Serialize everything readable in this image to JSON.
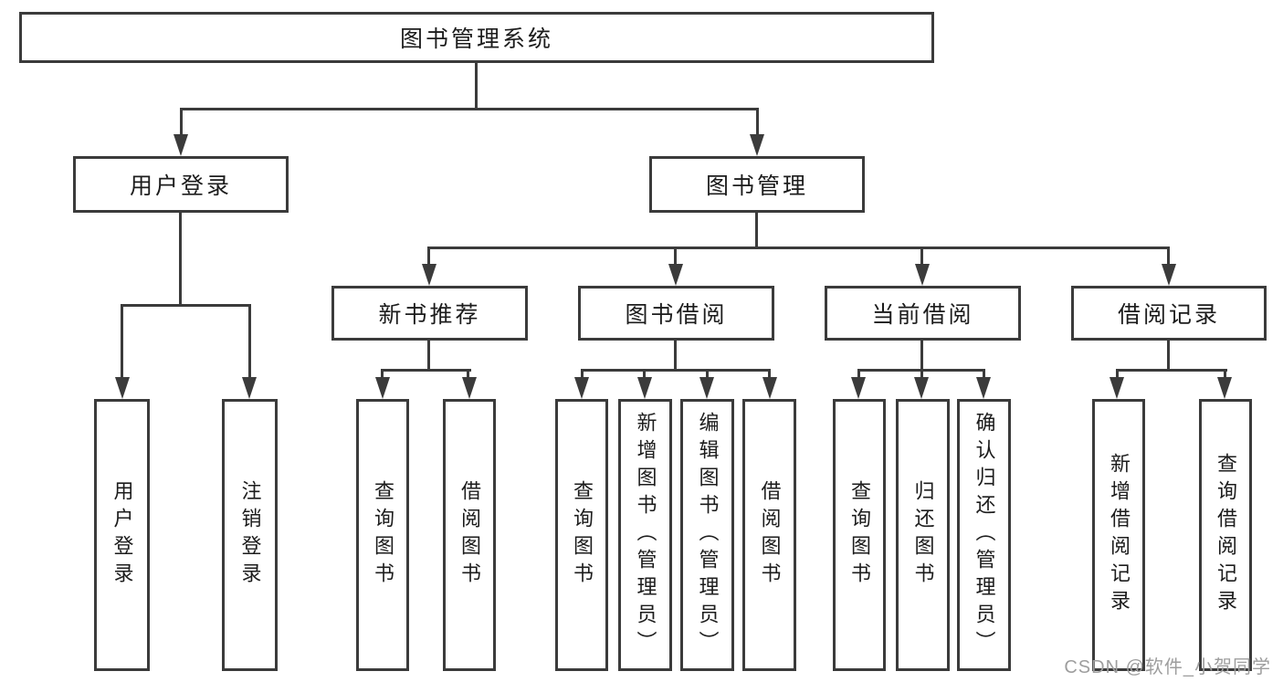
{
  "diagram": {
    "root": {
      "label": "图书管理系统"
    },
    "branches": [
      {
        "label": "用户登录",
        "children": [
          {
            "label": "用户登录"
          },
          {
            "label": "注销登录"
          }
        ]
      },
      {
        "label": "图书管理",
        "children": [
          {
            "label": "新书推荐",
            "children": [
              {
                "label": "查询图书"
              },
              {
                "label": "借阅图书"
              }
            ]
          },
          {
            "label": "图书借阅",
            "children": [
              {
                "label": "查询图书"
              },
              {
                "label": "新增图书（管理员）"
              },
              {
                "label": "编辑图书（管理员）"
              },
              {
                "label": "借阅图书"
              }
            ]
          },
          {
            "label": "当前借阅",
            "children": [
              {
                "label": "查询图书"
              },
              {
                "label": "归还图书"
              },
              {
                "label": "确认归还（管理员）"
              }
            ]
          },
          {
            "label": "借阅记录",
            "children": [
              {
                "label": "新增借阅记录"
              },
              {
                "label": "查询借阅记录"
              }
            ]
          }
        ]
      }
    ]
  },
  "watermark": {
    "text": "CSDN @软件_小贺同学"
  },
  "colors": {
    "line": "#3b3b3b",
    "box_border": "#3b3b3b",
    "text": "#1c1c1c",
    "watermark": "#9e9e9e",
    "background": "#ffffff"
  }
}
